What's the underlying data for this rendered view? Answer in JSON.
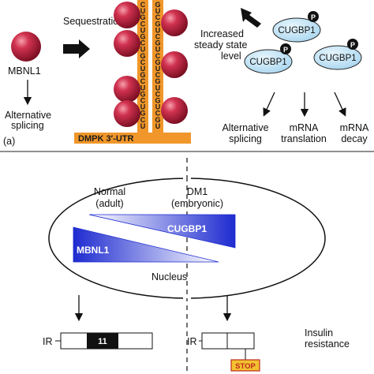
{
  "top": {
    "sequestration_label": "Sequestration",
    "mbnl1_label": "MBNL1",
    "alt_splicing_left": [
      "Alternative",
      "splicing"
    ],
    "panel_label": "(a)",
    "utr_label": "DMPK 3′-UTR",
    "left_strand": [
      "C",
      "U",
      "G",
      "C",
      "U",
      "G",
      "C",
      "U",
      "G",
      "C",
      "U",
      "G",
      "C",
      "U",
      "G",
      "C",
      "U",
      "G",
      "C",
      "U"
    ],
    "right_strand": [
      "G",
      "U",
      "C",
      "G",
      "U",
      "C",
      "G",
      "U",
      "C",
      "G",
      "U",
      "C",
      "G",
      "U",
      "C",
      "G",
      "U",
      "C",
      "G",
      "U"
    ],
    "increased_label": [
      "Increased",
      "steady state",
      "level"
    ],
    "cugbp1_label": "CUGBP1",
    "phospho_label": "P",
    "outcomes": [
      [
        "Alternative",
        "splicing"
      ],
      [
        "mRNA",
        "translation"
      ],
      [
        "mRNA",
        "decay"
      ]
    ]
  },
  "bottom": {
    "normal_label": [
      "Normal",
      "(adult)"
    ],
    "dm1_label": [
      "DM1",
      "(embryonic)"
    ],
    "cugbp1_bar": "CUGBP1",
    "mbnl1_bar": "MBNL1",
    "nucleus_label": "Nucleus",
    "ir_left": "IR",
    "exon_label": "11",
    "ir_right": "IR",
    "stop_label": "STOP",
    "insulin_label": [
      "Insulin",
      "resistance"
    ]
  },
  "colors": {
    "sphere": "#c4243f",
    "rna": "#f0962a",
    "cugbp1_fill": "#bfe2f4",
    "gradient_blue": "#1e2bd0"
  }
}
